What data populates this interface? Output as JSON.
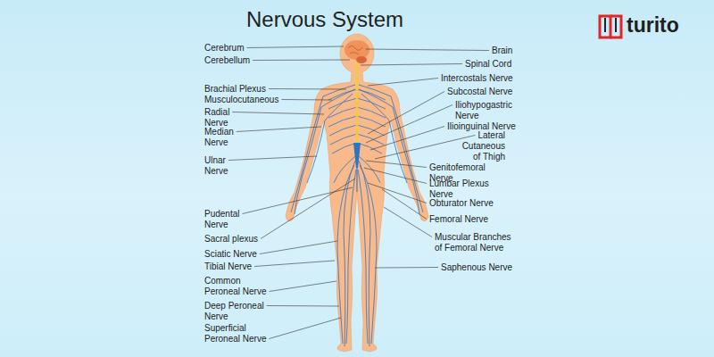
{
  "diagram": {
    "title": "Nervous System",
    "labels": [
      "Cerebrum",
      "Cerebellum",
      "Brachial Plexus",
      "Musculocutaneous",
      "Radial Nerve",
      "Median Nerve",
      "Ulnar Nerve",
      "Pudental Nerve",
      "Sacral plexus",
      "Sciatic Nerve",
      "Tibial Nerve",
      "Common Peroneal Nerve",
      "Deep Peroneal Nerve",
      "Superficial Peroneal Nerve",
      "Brain",
      "Spinal Cord",
      "Intercostals Nerve",
      "Subcostal Nerve",
      "Iliohypogastric Nerve",
      "Ilioinguinal Nerve",
      "Lateral Cutaneous of Thigh",
      "Genitofemoral Nerve",
      "Lumbar Plexus Nerve",
      "Obturator Nerve",
      "Femoral Nerve",
      "Muscular Branches of Femoral Nerve",
      "Saphenous Nerve",
      "turito"
    ]
  }
}
